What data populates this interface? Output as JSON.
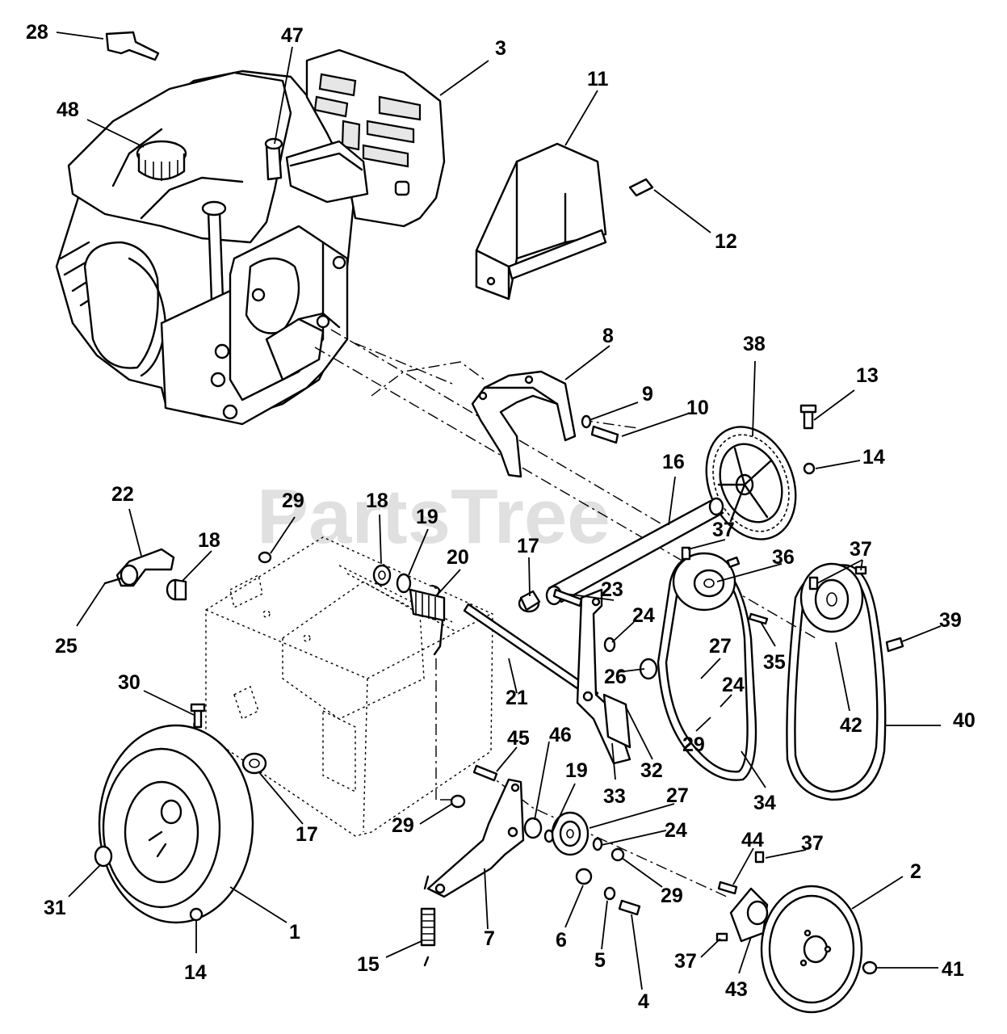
{
  "watermark": "PartsTree",
  "callouts": [
    {
      "id": "c28a",
      "text": "28"
    },
    {
      "id": "c47",
      "text": "47"
    },
    {
      "id": "c3",
      "text": "3"
    },
    {
      "id": "c11",
      "text": "11"
    },
    {
      "id": "c48",
      "text": "48"
    },
    {
      "id": "c12",
      "text": "12"
    },
    {
      "id": "c8",
      "text": "8"
    },
    {
      "id": "c38",
      "text": "38"
    },
    {
      "id": "c13",
      "text": "13"
    },
    {
      "id": "c9",
      "text": "9"
    },
    {
      "id": "c10",
      "text": "10"
    },
    {
      "id": "c16",
      "text": "16"
    },
    {
      "id": "c14a",
      "text": "14"
    },
    {
      "id": "c22",
      "text": "22"
    },
    {
      "id": "c29a",
      "text": "29"
    },
    {
      "id": "c18a",
      "text": "18"
    },
    {
      "id": "c19a",
      "text": "19"
    },
    {
      "id": "c18b",
      "text": "18"
    },
    {
      "id": "c20",
      "text": "20"
    },
    {
      "id": "c17a",
      "text": "17"
    },
    {
      "id": "c37a",
      "text": "37"
    },
    {
      "id": "c36",
      "text": "36"
    },
    {
      "id": "c37b",
      "text": "37"
    },
    {
      "id": "c23",
      "text": "23"
    },
    {
      "id": "c25",
      "text": "25"
    },
    {
      "id": "c24a",
      "text": "24"
    },
    {
      "id": "c39",
      "text": "39"
    },
    {
      "id": "c27a",
      "text": "27"
    },
    {
      "id": "c35",
      "text": "35"
    },
    {
      "id": "c26",
      "text": "26"
    },
    {
      "id": "c24b",
      "text": "24"
    },
    {
      "id": "c30",
      "text": "30"
    },
    {
      "id": "c21",
      "text": "21"
    },
    {
      "id": "c42",
      "text": "42"
    },
    {
      "id": "c40",
      "text": "40"
    },
    {
      "id": "c29b",
      "text": "29"
    },
    {
      "id": "c45",
      "text": "45"
    },
    {
      "id": "c46",
      "text": "46"
    },
    {
      "id": "c19b",
      "text": "19"
    },
    {
      "id": "c32",
      "text": "32"
    },
    {
      "id": "c33",
      "text": "33"
    },
    {
      "id": "c27b",
      "text": "27"
    },
    {
      "id": "c34",
      "text": "34"
    },
    {
      "id": "c17b",
      "text": "17"
    },
    {
      "id": "c29c",
      "text": "29"
    },
    {
      "id": "c24c",
      "text": "24"
    },
    {
      "id": "c44",
      "text": "44"
    },
    {
      "id": "c37c",
      "text": "37"
    },
    {
      "id": "c29d",
      "text": "29"
    },
    {
      "id": "c2",
      "text": "2"
    },
    {
      "id": "c31",
      "text": "31"
    },
    {
      "id": "c1",
      "text": "1"
    },
    {
      "id": "c7",
      "text": "7"
    },
    {
      "id": "c6",
      "text": "6"
    },
    {
      "id": "c15",
      "text": "15"
    },
    {
      "id": "c5",
      "text": "5"
    },
    {
      "id": "c37d",
      "text": "37"
    },
    {
      "id": "c43",
      "text": "43"
    },
    {
      "id": "c41",
      "text": "41"
    },
    {
      "id": "c14b",
      "text": "14"
    },
    {
      "id": "c4",
      "text": "4"
    }
  ]
}
